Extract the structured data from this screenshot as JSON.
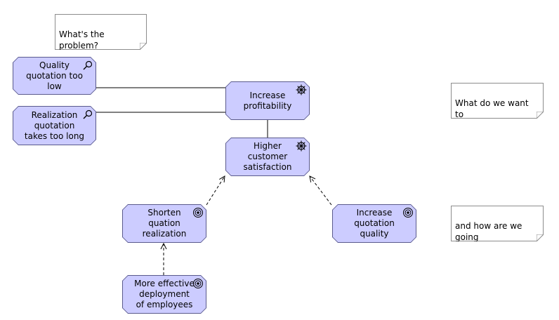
{
  "notes": {
    "problem": "What's the problem?",
    "want": "What do we want to\nacchieve?",
    "how": "and how are we going\nto do this?"
  },
  "elements": {
    "quality_quotation": {
      "label": "Quality\nquotation too\nlow",
      "kind": "assessment",
      "icon": "magnifier-icon"
    },
    "realization_quotation": {
      "label": "Realization\nquotation\ntakes too long",
      "kind": "assessment",
      "icon": "magnifier-icon"
    },
    "increase_profitability": {
      "label": "Increase\nprofitability",
      "kind": "driver",
      "icon": "ship-wheel-icon"
    },
    "higher_satisfaction": {
      "label": "Higher\ncustomer\nsatisfaction",
      "kind": "driver",
      "icon": "ship-wheel-icon"
    },
    "shorten_quotation": {
      "label": "Shorten\nquation\nrealization",
      "kind": "goal",
      "icon": "target-icon"
    },
    "increase_quality": {
      "label": "Increase\nquotation\nquality",
      "kind": "goal",
      "icon": "target-icon"
    },
    "effective_deployment": {
      "label": "More effective\ndeployment\nof employees",
      "kind": "goal",
      "icon": "target-icon"
    }
  },
  "colors": {
    "element_fill": "#ccccff",
    "element_border": "#5a5a8c",
    "note_border": "#8c8c8c",
    "line": "#000000"
  }
}
